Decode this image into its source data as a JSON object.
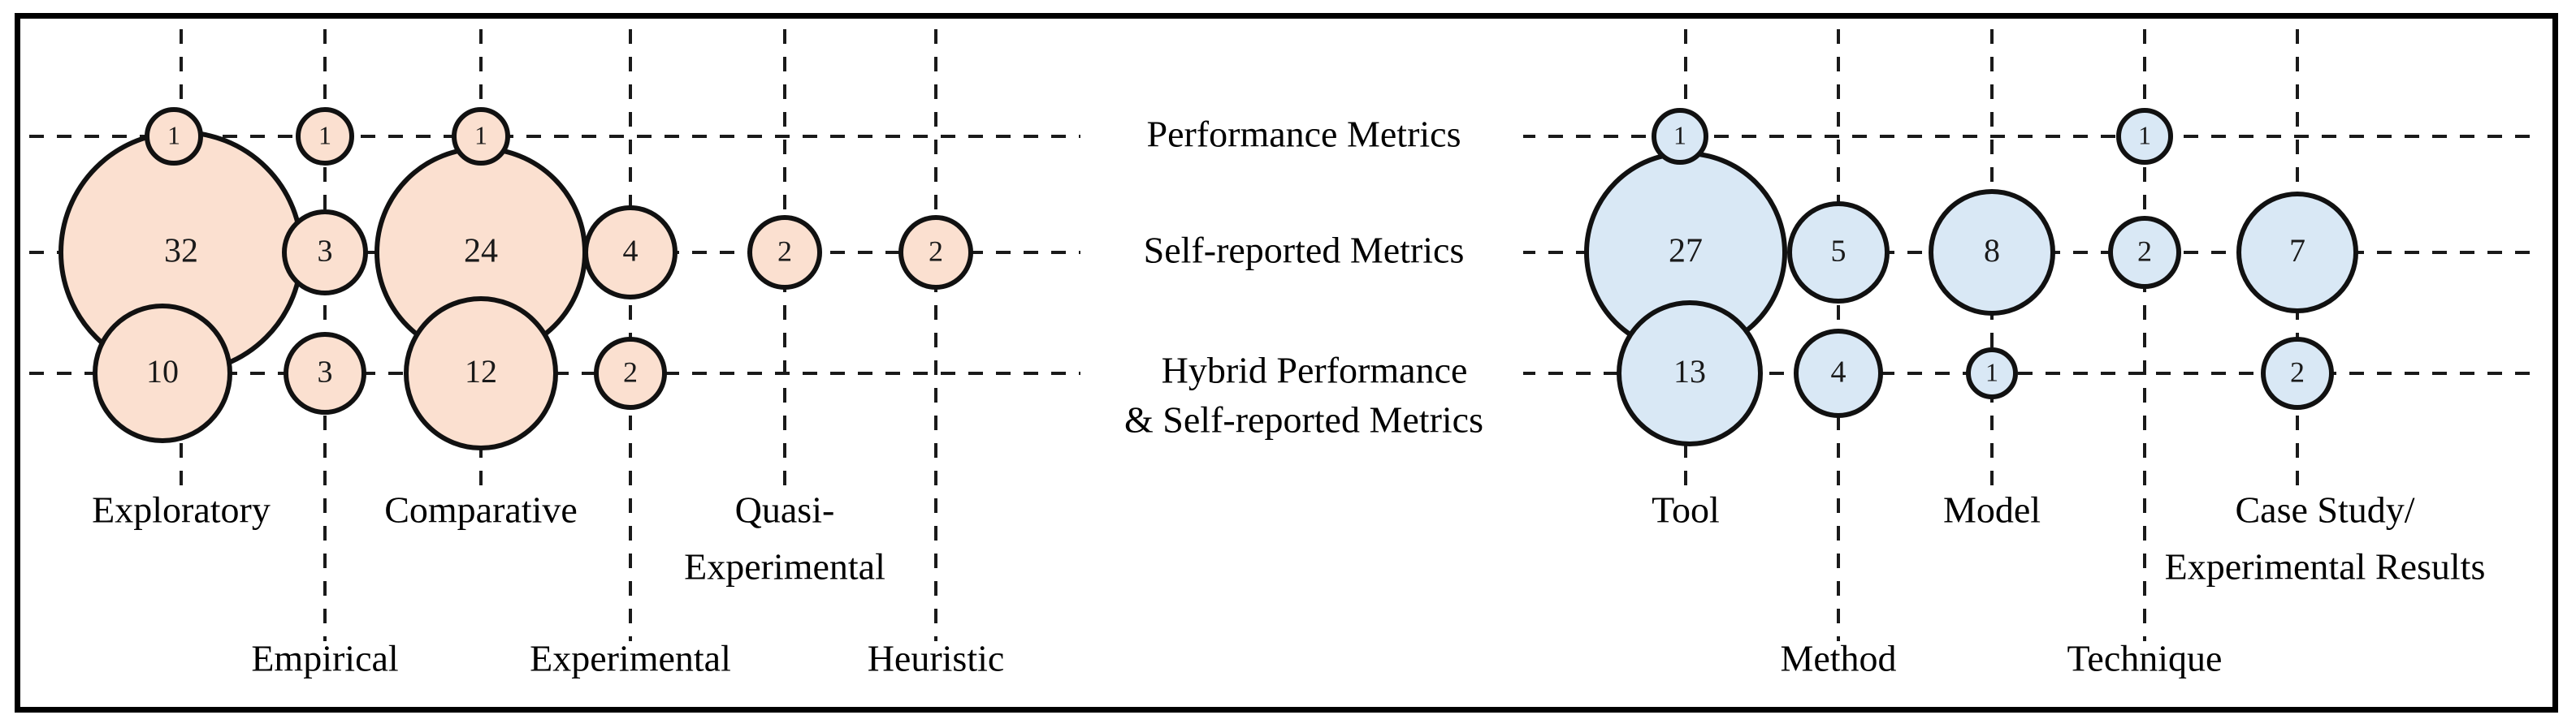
{
  "chart_data": [
    {
      "type": "bubble",
      "name": "Study Type vs Evaluation Metrics",
      "accent_fill": "#fbe0d0",
      "accent_stroke": "#111111",
      "title": "",
      "xlabel": "",
      "ylabel": "",
      "grid": true,
      "legend": "none",
      "categories": [
        "Exploratory",
        "Empirical",
        "Comparative",
        "Experimental",
        "Quasi-Experimental",
        "Heuristic"
      ],
      "rows": [
        "Performance Metrics",
        "Self-reported Metrics",
        "Hybrid Performance & Self-reported Metrics"
      ],
      "points": [
        {
          "row": "Performance Metrics",
          "category": "Exploratory",
          "value": 1
        },
        {
          "row": "Performance Metrics",
          "category": "Empirical",
          "value": 1
        },
        {
          "row": "Performance Metrics",
          "category": "Comparative",
          "value": 1
        },
        {
          "row": "Self-reported Metrics",
          "category": "Exploratory",
          "value": 32
        },
        {
          "row": "Self-reported Metrics",
          "category": "Empirical",
          "value": 3
        },
        {
          "row": "Self-reported Metrics",
          "category": "Comparative",
          "value": 24
        },
        {
          "row": "Self-reported Metrics",
          "category": "Experimental",
          "value": 4
        },
        {
          "row": "Self-reported Metrics",
          "category": "Quasi-Experimental",
          "value": 2
        },
        {
          "row": "Self-reported Metrics",
          "category": "Heuristic",
          "value": 2
        },
        {
          "row": "Hybrid Performance & Self-reported Metrics",
          "category": "Exploratory",
          "value": 10
        },
        {
          "row": "Hybrid Performance & Self-reported Metrics",
          "category": "Empirical",
          "value": 3
        },
        {
          "row": "Hybrid Performance & Self-reported Metrics",
          "category": "Comparative",
          "value": 12
        },
        {
          "row": "Hybrid Performance & Self-reported Metrics",
          "category": "Experimental",
          "value": 2
        }
      ]
    },
    {
      "type": "bubble",
      "name": "Contribution Type vs Evaluation Metrics",
      "accent_fill": "#d9e8f5",
      "accent_stroke": "#111111",
      "title": "",
      "xlabel": "",
      "ylabel": "",
      "grid": true,
      "legend": "none",
      "categories": [
        "Tool",
        "Method",
        "Model",
        "Technique",
        "Case Study/ Experimental Results"
      ],
      "rows": [
        "Performance Metrics",
        "Self-reported Metrics",
        "Hybrid Performance & Self-reported Metrics"
      ],
      "points": [
        {
          "row": "Performance Metrics",
          "category": "Tool",
          "value": 1
        },
        {
          "row": "Performance Metrics",
          "category": "Technique",
          "value": 1
        },
        {
          "row": "Self-reported Metrics",
          "category": "Tool",
          "value": 27
        },
        {
          "row": "Self-reported Metrics",
          "category": "Method",
          "value": 5
        },
        {
          "row": "Self-reported Metrics",
          "category": "Model",
          "value": 8
        },
        {
          "row": "Self-reported Metrics",
          "category": "Technique",
          "value": 2
        },
        {
          "row": "Self-reported Metrics",
          "category": "Case Study/ Experimental Results",
          "value": 7
        },
        {
          "row": "Hybrid Performance & Self-reported Metrics",
          "category": "Tool",
          "value": 13
        },
        {
          "row": "Hybrid Performance & Self-reported Metrics",
          "category": "Method",
          "value": 4
        },
        {
          "row": "Hybrid Performance & Self-reported Metrics",
          "category": "Model",
          "value": 1
        },
        {
          "row": "Hybrid Performance & Self-reported Metrics",
          "category": "Case Study/ Experimental Results",
          "value": 2
        }
      ]
    }
  ],
  "rows": {
    "r1": "Performance Metrics",
    "r2": "Self-reported Metrics",
    "r3a": "Hybrid Performance",
    "r3b": "& Self-reported Metrics"
  },
  "left": {
    "axis_top": {
      "c1": "Exploratory",
      "c3": "Comparative",
      "c5a": "Quasi-",
      "c5b": "Experimental"
    },
    "axis_bottom": {
      "c2": "Empirical",
      "c4": "Experimental",
      "c6": "Heuristic"
    },
    "bubbles": {
      "b_r1c1": "1",
      "b_r1c2": "1",
      "b_r1c3": "1",
      "b_r2c1": "32",
      "b_r2c2": "3",
      "b_r2c3": "24",
      "b_r2c4": "4",
      "b_r2c5": "2",
      "b_r2c6": "2",
      "b_r3c1": "10",
      "b_r3c2": "3",
      "b_r3c3": "12",
      "b_r3c4": "2"
    }
  },
  "right": {
    "axis_top": {
      "c1": "Tool",
      "c3": "Model",
      "c5a": "Case Study/",
      "c5b": "Experimental Results"
    },
    "axis_bottom": {
      "c2": "Method",
      "c4": "Technique"
    },
    "bubbles": {
      "b_r1c1": "1",
      "b_r1c4": "1",
      "b_r2c1": "27",
      "b_r2c2": "5",
      "b_r2c3": "8",
      "b_r2c4": "2",
      "b_r2c5": "7",
      "b_r3c1": "13",
      "b_r3c2": "4",
      "b_r3c3": "1",
      "b_r3c5": "2"
    }
  }
}
